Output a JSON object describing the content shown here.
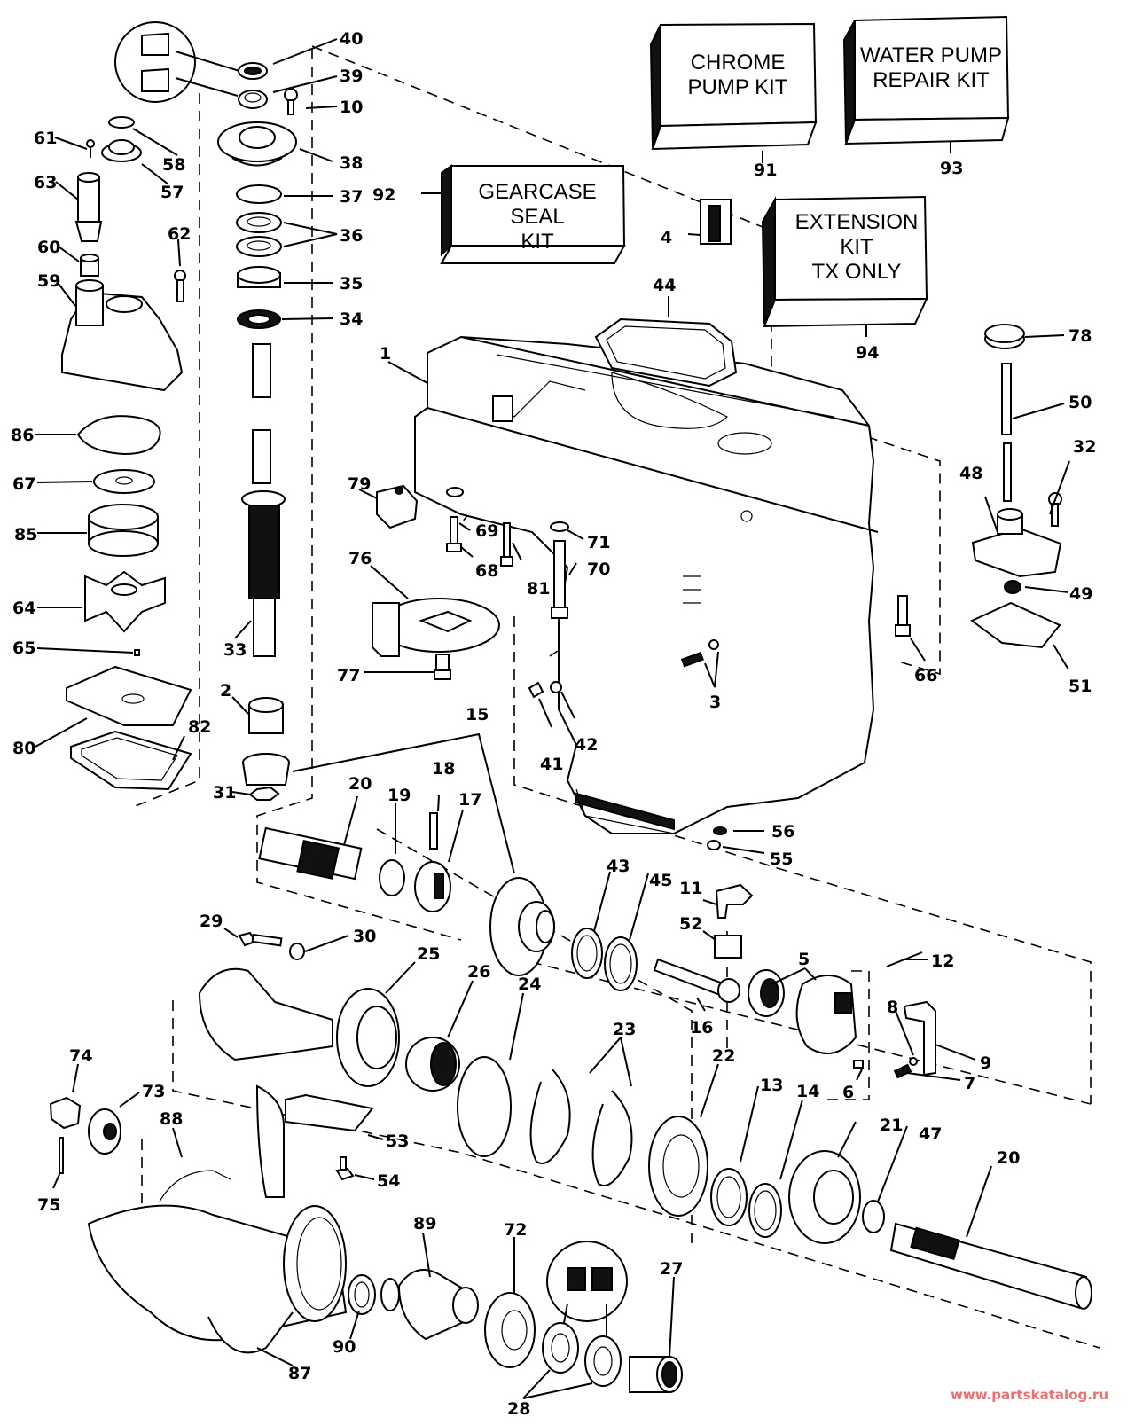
{
  "diagram": {
    "title": "Gearcase exploded parts view",
    "kits": [
      {
        "id": "92",
        "lines": [
          "GEARCASE",
          "SEAL",
          "KIT"
        ]
      },
      {
        "id": "91",
        "lines": [
          "CHROME",
          "PUMP KIT"
        ]
      },
      {
        "id": "93",
        "lines": [
          "WATER PUMP",
          "REPAIR KIT"
        ]
      },
      {
        "id": "94",
        "lines": [
          "EXTENSION",
          "KIT",
          "TX ONLY"
        ]
      }
    ],
    "callouts": {
      "c40": "40",
      "c39": "39",
      "c10": "10",
      "c38": "38",
      "c37": "37",
      "c36": "36",
      "c35": "35",
      "c34": "34",
      "c61": "61",
      "c58": "58",
      "c57": "57",
      "c63": "63",
      "c62": "62",
      "c60": "60",
      "c59": "59",
      "c86": "86",
      "c67": "67",
      "c85": "85",
      "c64": "64",
      "c65": "65",
      "c80": "80",
      "c82": "82",
      "c33": "33",
      "c2": "2",
      "c31": "31",
      "c15": "15",
      "c20a": "20",
      "c19": "19",
      "c18": "18",
      "c17": "17",
      "c1": "1",
      "c79": "79",
      "c69": "69",
      "c68": "68",
      "c81": "81",
      "c71": "71",
      "c70": "70",
      "c76": "76",
      "c77": "77",
      "c4": "4",
      "c44": "44",
      "c78": "78",
      "c50": "50",
      "c32": "32",
      "c48": "48",
      "c49": "49",
      "c51": "51",
      "c66": "66",
      "c3": "3",
      "c41": "41",
      "c42": "42",
      "c56": "56",
      "c55": "55",
      "c43": "43",
      "c45": "45",
      "c11": "11",
      "c52": "52",
      "c5": "5",
      "c12": "12",
      "c16": "16",
      "c8": "8",
      "c9": "9",
      "c7": "7",
      "c6": "6",
      "c29": "29",
      "c30": "30",
      "c25": "25",
      "c26": "26",
      "c24": "24",
      "c23": "23",
      "c22": "22",
      "c13": "13",
      "c14": "14",
      "c21": "21",
      "c47": "47",
      "c20b": "20",
      "c74": "74",
      "c73": "73",
      "c88": "88",
      "c75": "75",
      "c53": "53",
      "c54": "54",
      "c89": "89",
      "c72": "72",
      "c27": "27",
      "c90": "90",
      "c87": "87",
      "c28": "28",
      "c91": "91",
      "c92": "92",
      "c93": "93",
      "c94": "94"
    }
  },
  "watermark": "www.partskatalog.ru"
}
